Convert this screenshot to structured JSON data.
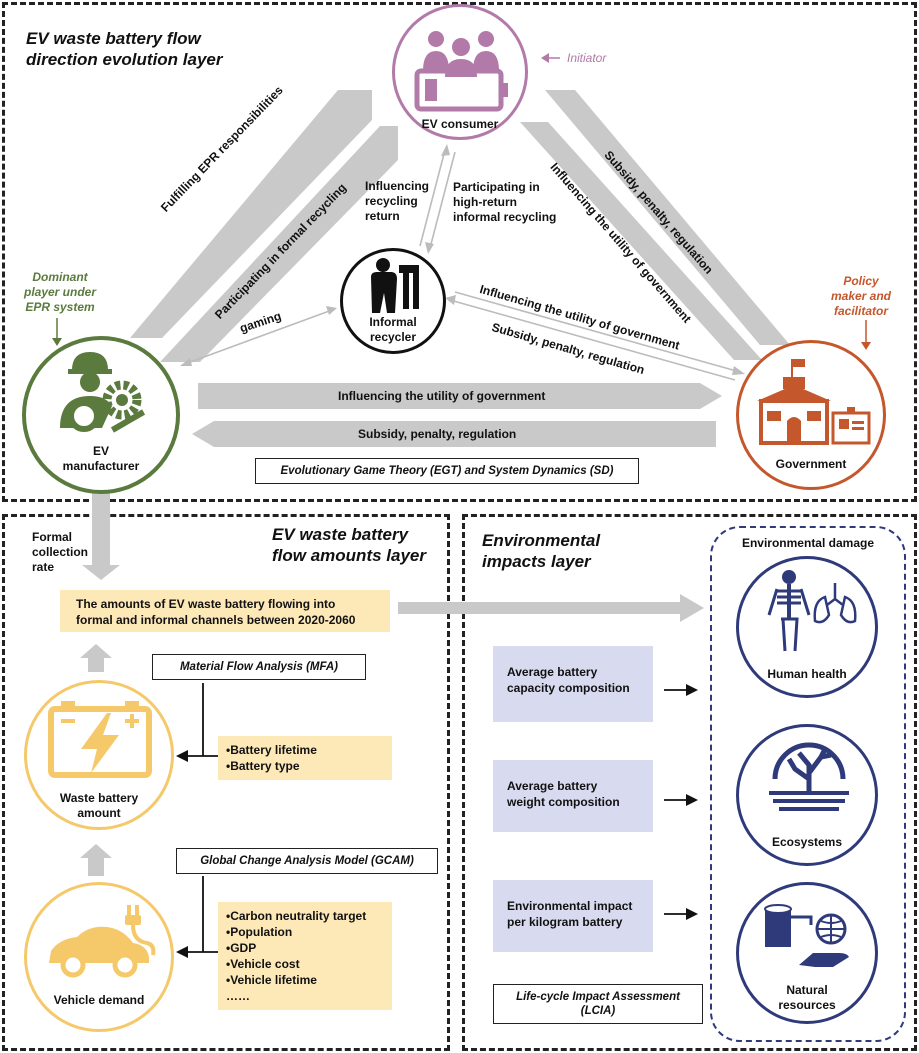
{
  "layers": {
    "top_title_line1": "EV waste battery flow",
    "top_title_line2": "direction evolution layer",
    "amounts_title_line1": "EV waste battery",
    "amounts_title_line2": "flow amounts layer",
    "env_title_line1": "Environmental",
    "env_title_line2": "impacts layer"
  },
  "actors": {
    "consumer": "EV consumer",
    "consumer_role": "Initiator",
    "manufacturer_line1": "EV",
    "manufacturer_line2": "manufacturer",
    "manufacturer_role_line1": "Dominant",
    "manufacturer_role_line2": "player under",
    "manufacturer_role_line3": "EPR system",
    "government": "Government",
    "government_role_line1": "Policy",
    "government_role_line2": "maker and",
    "government_role_line3": "facilitator",
    "recycler_line1": "Informal",
    "recycler_line2": "recycler"
  },
  "flows": {
    "fulfilling_epr": "Fulfilling EPR responsibilities",
    "participating_formal": "Participating in formal recycling",
    "subsidy_consumer": "Subsidy, penalty, regulation",
    "influencing_consumer_gov": "Influencing the utility of government",
    "influencing_return_line1": "Influencing",
    "influencing_return_line2": "recycling",
    "influencing_return_line3": "return",
    "high_return_line1": "Participating in",
    "high_return_line2": "high-return",
    "high_return_line3": "informal recycling",
    "gaming": "gaming",
    "recycler_influencing_gov": "Influencing the utility of government",
    "recycler_subsidy": "Subsidy, penalty, regulation",
    "manufacturer_influencing_gov": "Influencing the utility of government",
    "gov_subsidy_manufacturer": "Subsidy, penalty, regulation"
  },
  "methods": {
    "egt_sd": "Evolutionary Game Theory (EGT) and System Dynamics (SD)",
    "mfa": "Material Flow Analysis (MFA)",
    "gcam": "Global Change Analysis Model (GCAM)",
    "lcia_line1": "Life-cycle Impact Assessment",
    "lcia_line2": "(LCIA)"
  },
  "amounts": {
    "formal_collection_line1": "Formal",
    "formal_collection_line2": "collection",
    "formal_collection_line3": "rate",
    "flowing_line1": "The amounts of EV waste battery flowing into",
    "flowing_line2": "formal and informal channels between 2020-2060",
    "battery_factors": [
      "•Battery lifetime",
      "•Battery type"
    ],
    "waste_battery_line1": "Waste battery",
    "waste_battery_line2": "amount",
    "vehicle_factors": [
      "•Carbon neutrality target",
      "•Population",
      "•GDP",
      "•Vehicle cost",
      "•Vehicle lifetime",
      "……"
    ],
    "vehicle_demand": "Vehicle demand"
  },
  "impacts": {
    "capacity_line1": "Average battery",
    "capacity_line2": "capacity composition",
    "weight_line1": "Average battery",
    "weight_line2": "weight composition",
    "per_kg_line1": "Environmental impact",
    "per_kg_line2": "per kilogram battery",
    "damage_title": "Environmental damage",
    "human_health": "Human health",
    "ecosystems": "Ecosystems",
    "natural_line1": "Natural",
    "natural_line2": "resources"
  },
  "colors": {
    "consumer": "#b27aa8",
    "manufacturer": "#5b7a3e",
    "government": "#c4572b",
    "recycler": "#111111",
    "amounts": "#f5c96a",
    "impacts": "#2e3a7a",
    "flow_arrow": "#c9c9c9",
    "lavender": "#d8dbef",
    "yellow_box": "#fde8b8"
  }
}
